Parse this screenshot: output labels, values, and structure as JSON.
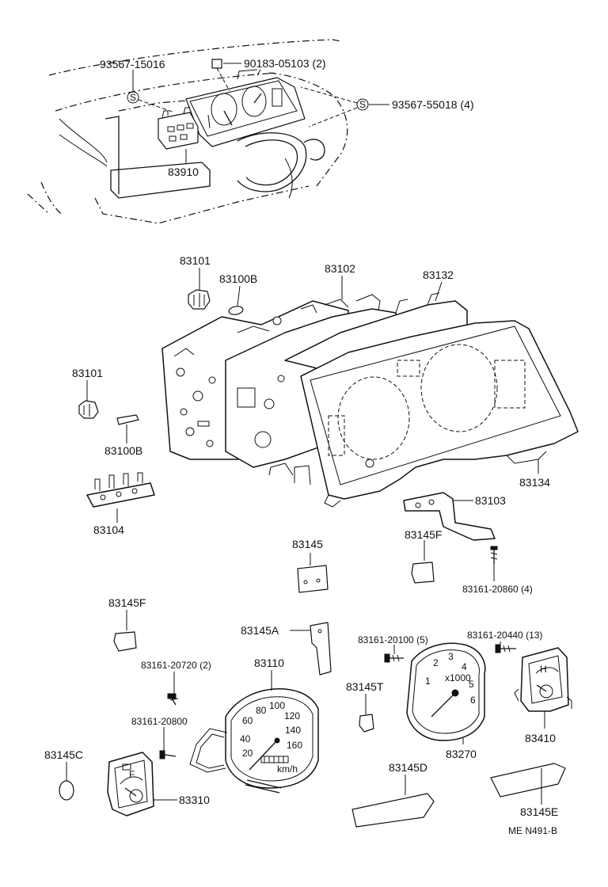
{
  "diagram": {
    "labels": {
      "p93567_15016": "93567-15016",
      "p90183_05103": "90183-05103 (2)",
      "p93567_55018": "93567-55018 (4)",
      "p83910": "83910",
      "s_mark": "S",
      "p83101_a": "83101",
      "p83100b_a": "83100B",
      "p83102": "83102",
      "p83132": "83132",
      "p83101_b": "83101",
      "p83100b_b": "83100B",
      "p83134": "83134",
      "p83103": "83103",
      "p83104": "83104",
      "p83145": "83145",
      "p83145f_a": "83145F",
      "p83161_20860": "83161-20860 (4)",
      "p83145f_b": "83145F",
      "p83145a": "83145A",
      "p83161_20100": "83161-20100 (5)",
      "p83161_20440": "83161-20440 (13)",
      "p83161_20720": "83161-20720 (2)",
      "p83110": "83110",
      "p83145t": "83145T",
      "p83161_20800": "83161-20800",
      "p83270": "83270",
      "p83410": "83410",
      "p83145c": "83145C",
      "p83145d": "83145D",
      "p83310": "83310",
      "p83145e": "83145E",
      "ref_code": "ME N491-B"
    },
    "gauge_marks": {
      "speedo": [
        "60",
        "80",
        "100",
        "120",
        "140",
        "160",
        "40",
        "20",
        "km/h"
      ],
      "tacho": [
        "2",
        "3",
        "4",
        "5",
        "6",
        "1",
        "x1000"
      ],
      "fuel": [
        "F"
      ],
      "temp": [
        "H"
      ]
    }
  }
}
